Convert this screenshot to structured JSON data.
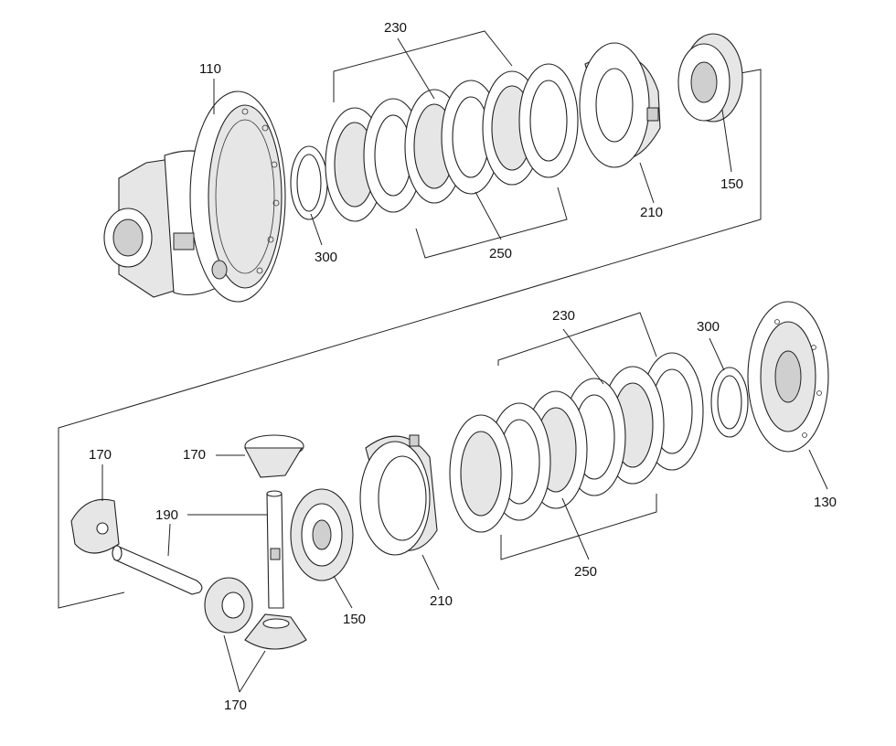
{
  "labels": {
    "housing_top": "110",
    "plates_top_a": "230",
    "plates_top_b": "250",
    "shim_top": "300",
    "ring_top": "210",
    "gear_top": "150",
    "plates_bot_a": "230",
    "shim_bot": "300",
    "housing_bot": "130",
    "plates_bot_b": "250",
    "ring_bot": "210",
    "gear_bot": "150",
    "pinion_left": "170",
    "pinion_top": "170",
    "shaft": "190",
    "pinion_bottom": "170"
  },
  "colors": {
    "line": "#222222",
    "shade": "#e6e6e6",
    "background": "#ffffff"
  }
}
